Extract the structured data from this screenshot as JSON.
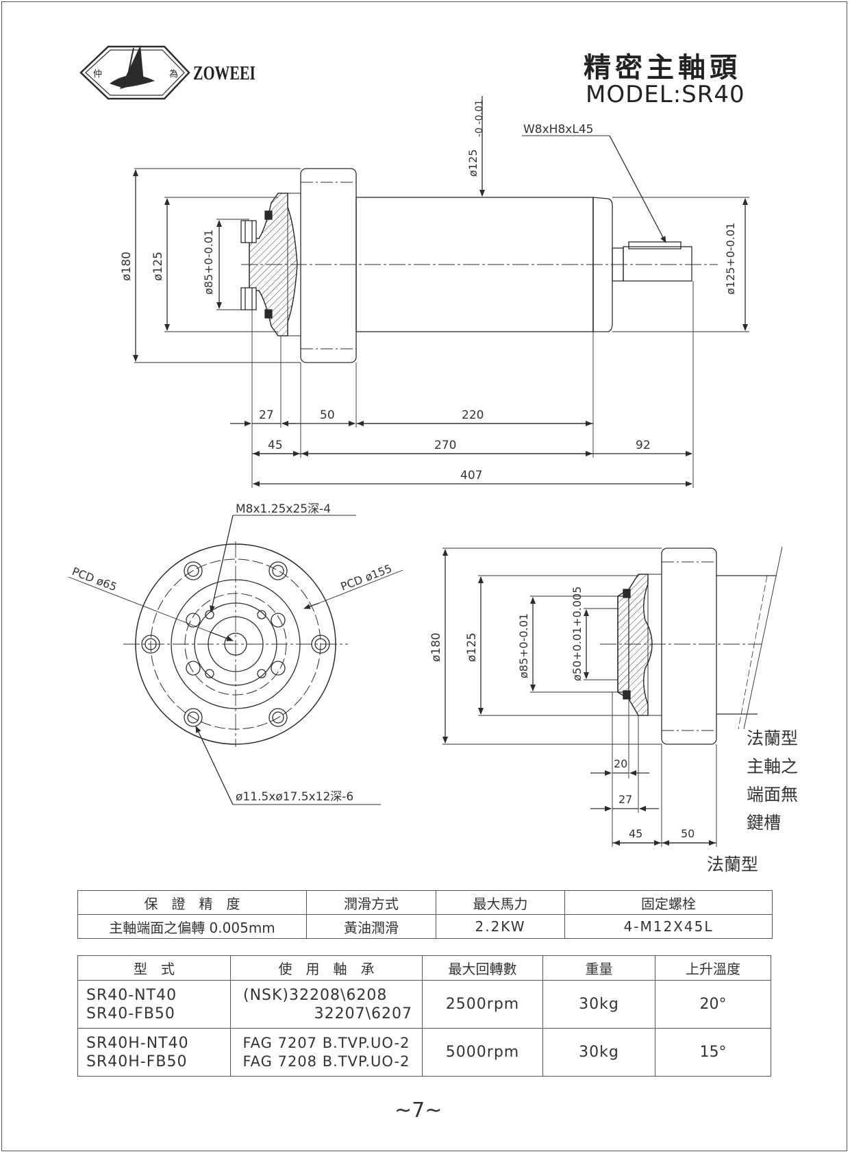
{
  "header": {
    "title_cn": "精密主軸頭",
    "model": "MODEL:SR40",
    "logo_char_left": "仲",
    "logo_char_right": "為",
    "logo_text": "ZOWEEI"
  },
  "side_view": {
    "dia_180": "ø180",
    "dia_125_left": "ø125",
    "dia_85_tol": "ø85+0-0.01",
    "dia_125_top": "ø125",
    "dia_125_top_tol": "-0 -0.01",
    "dia_125_right": "ø125+0-0.01",
    "key_label": "W8xH8xL45",
    "dim_27": "27",
    "dim_50": "50",
    "dim_220": "220",
    "dim_45": "45",
    "dim_270": "270",
    "dim_92": "92",
    "dim_407": "407"
  },
  "front_view": {
    "thread_label": "M8x1.25x25深-4",
    "pcd_65": "PCD ø65",
    "pcd_155": "PCD ø155",
    "hole_label": "ø11.5xø17.5x12深-6"
  },
  "flange_view": {
    "dia_180": "ø180",
    "dia_125": "ø125",
    "dia_85_tol": "ø85+0-0.01",
    "dia_50_tol": "ø50+0.01+0.005",
    "dim_20": "20",
    "dim_27": "27",
    "dim_45": "45",
    "dim_50": "50",
    "note_lines": [
      "法蘭型",
      "主軸之",
      "端面無",
      "鍵槽"
    ],
    "caption": "法蘭型"
  },
  "spec_table_1": {
    "headers": [
      "保　證　精　度",
      "潤滑方式",
      "最大馬力",
      "固定螺栓"
    ],
    "values": [
      "主軸端面之偏轉 0.005mm",
      "黃油潤滑",
      "2.2KW",
      "4-M12X45L"
    ]
  },
  "spec_table_2": {
    "headers": [
      "型　式",
      "使　用　軸　承",
      "最大回轉數",
      "重量",
      "上升溫度"
    ],
    "rows": [
      {
        "models": [
          "SR40-NT40",
          "SR40-FB50"
        ],
        "bearings": [
          "(NSK)32208\\6208",
          "32207\\6207"
        ],
        "rpm": "2500rpm",
        "weight": "30kg",
        "temp": "20°"
      },
      {
        "models": [
          "SR40H-NT40",
          "SR40H-FB50"
        ],
        "bearings": [
          "FAG 7207 B.TVP.UO-2",
          "FAG 7208 B.TVP.UO-2"
        ],
        "rpm": "5000rpm",
        "weight": "30kg",
        "temp": "15°"
      }
    ]
  },
  "footer": {
    "page_number": "~7~"
  },
  "colors": {
    "line": "#2b2b2b",
    "border": "#555555"
  }
}
